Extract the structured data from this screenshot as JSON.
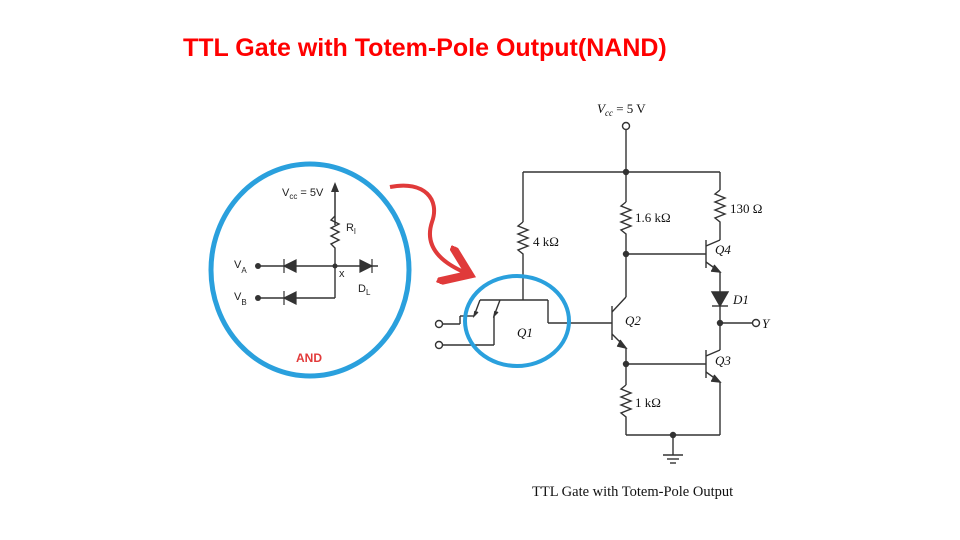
{
  "title": "TTL Gate with Totem-Pole Output(NAND)",
  "caption": "TTL Gate with Totem-Pole Output",
  "colors": {
    "title": "#ff0000",
    "highlight_circle": "#2aa0dd",
    "arrow": "#e03a3a",
    "and_label": "#e23a3a"
  },
  "ttl_circuit": {
    "vcc": "V",
    "vcc_sub": "cc",
    "vcc_value": " = 5 V",
    "r1": "4 kΩ",
    "r2": "1.6 kΩ",
    "r3": "130 Ω",
    "r4": "1 kΩ",
    "q1": "Q1",
    "q2": "Q2",
    "q3": "Q3",
    "q4": "Q4",
    "d1": "D1",
    "output": "Y"
  },
  "and_inset": {
    "vcc_main": "V",
    "vcc_sub": "cc",
    "vcc_value": " = 5V",
    "rl_main": "R",
    "rl_sub": "l",
    "va_main": "V",
    "va_sub": "A",
    "vb_main": "V",
    "vb_sub": "B",
    "x": "x",
    "dl_main": "D",
    "dl_sub": "L",
    "label": "AND"
  }
}
